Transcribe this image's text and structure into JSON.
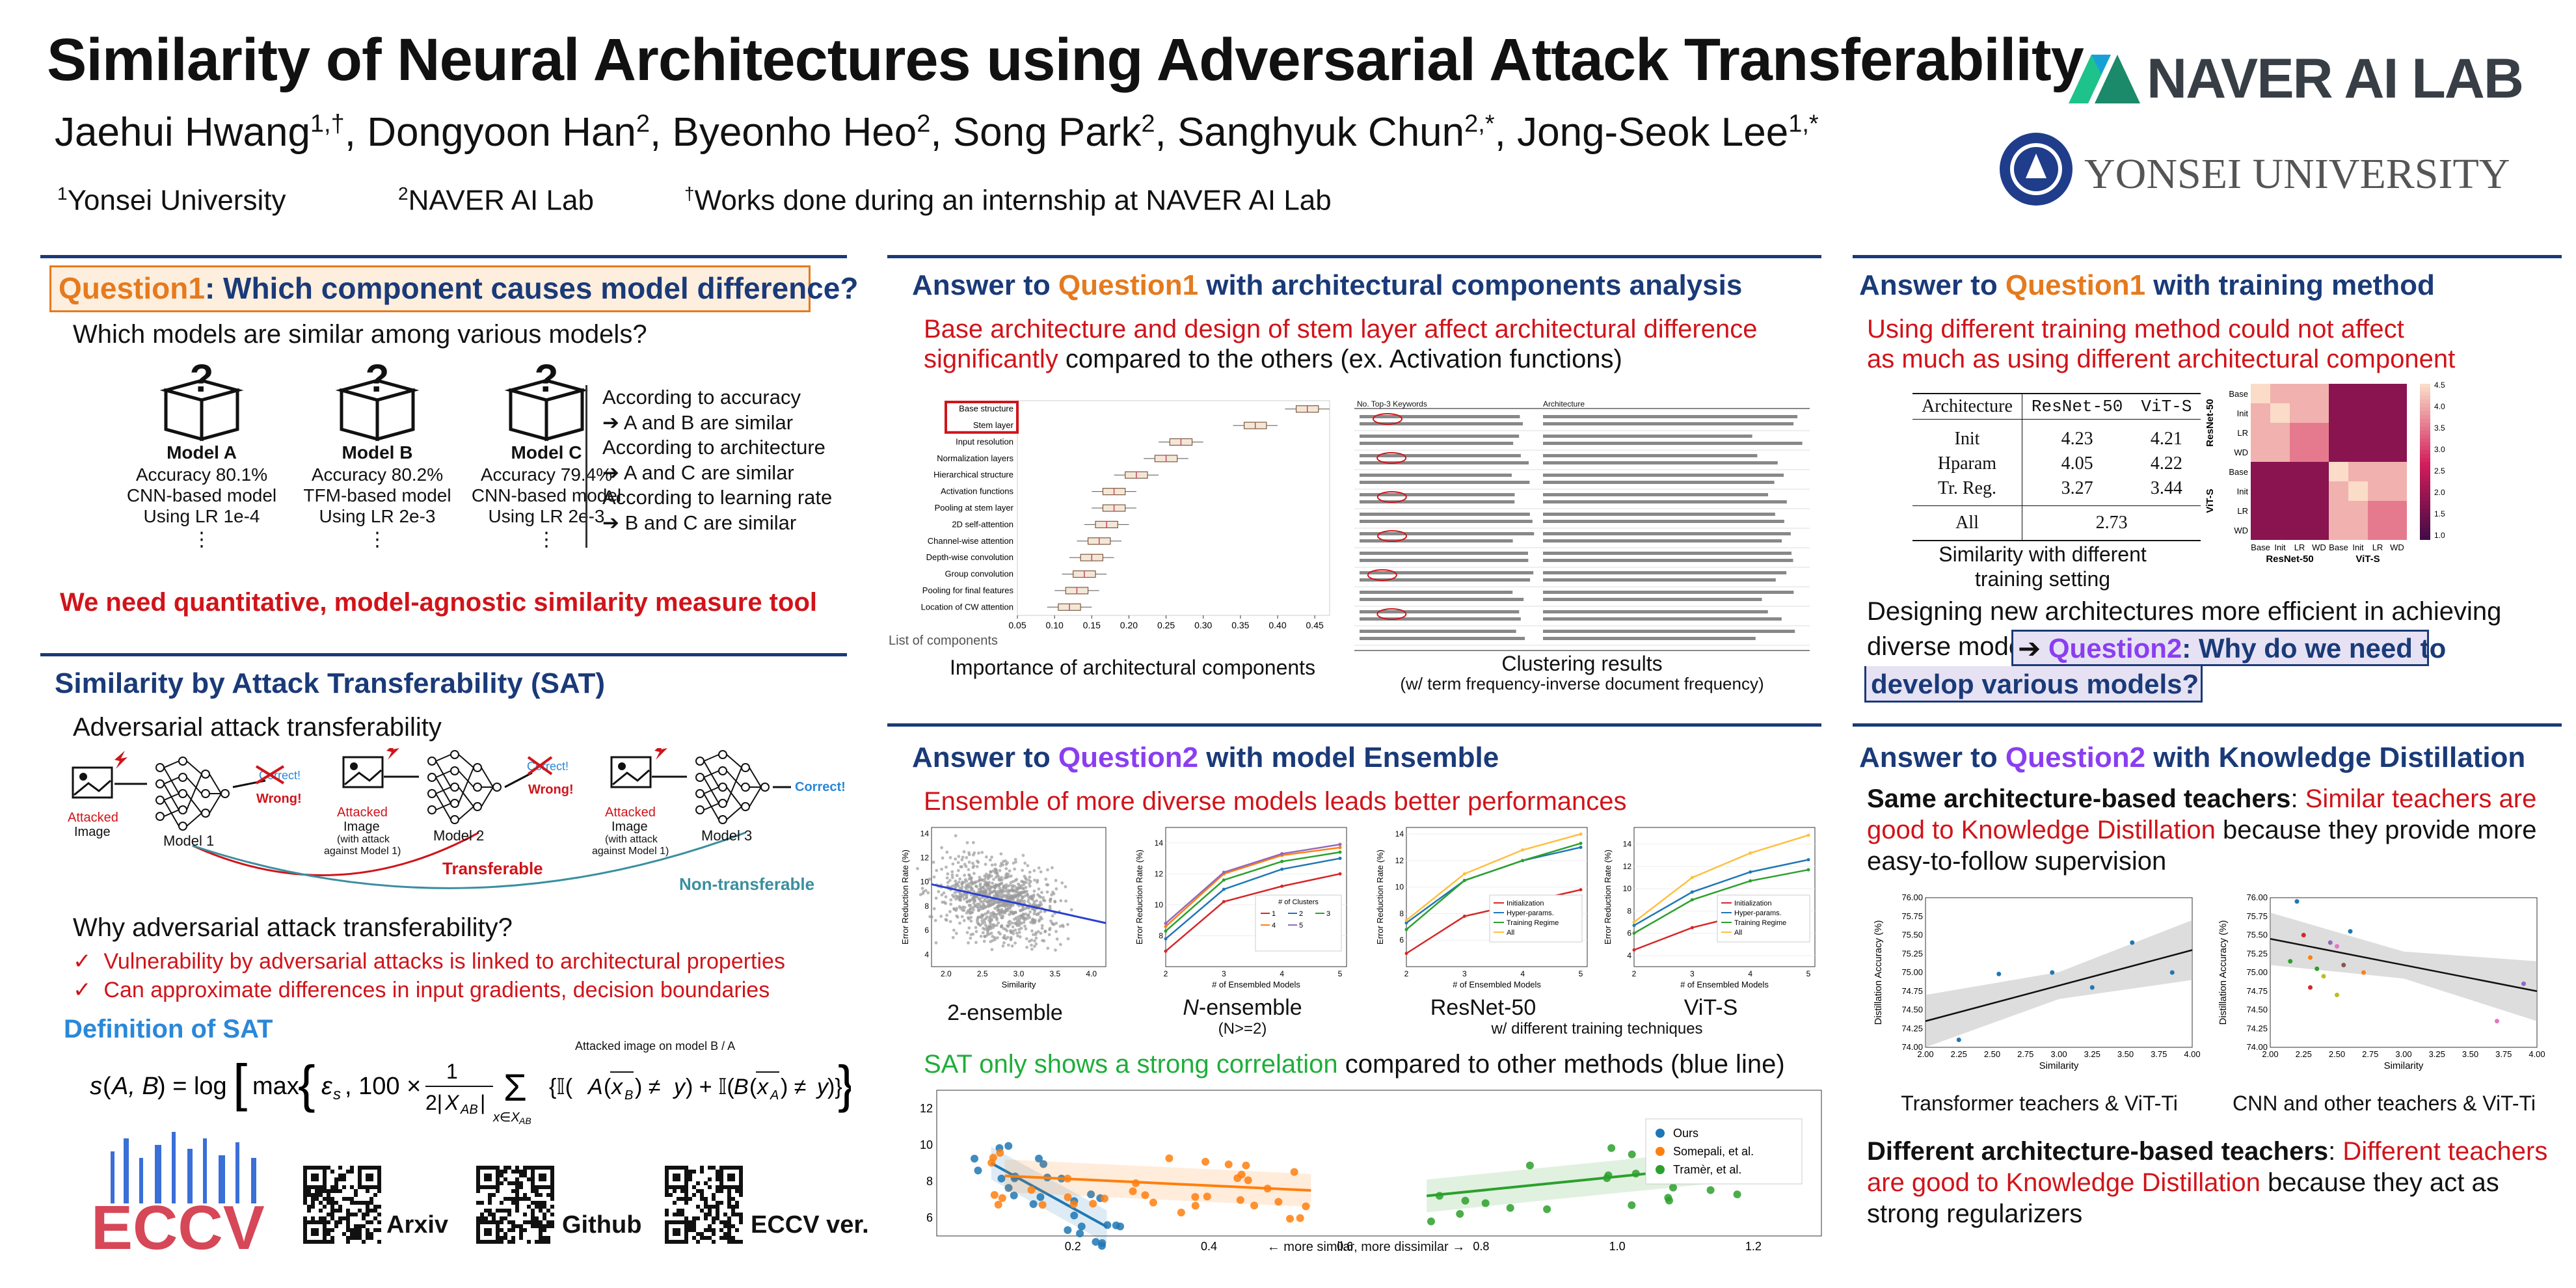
{
  "header": {
    "title": "Similarity of Neural Architectures using Adversarial Attack Transferability",
    "authors": [
      {
        "name": "Jaehui Hwang",
        "sup": "1,†",
        "sep": ","
      },
      {
        "name": "Dongyoon Han",
        "sup": "2",
        "sep": ","
      },
      {
        "name": "Byeonho Heo",
        "sup": "2",
        "sep": ","
      },
      {
        "name": "Song Park",
        "sup": "2",
        "sep": ","
      },
      {
        "name": "Sanghyuk Chun",
        "sup": "2,*",
        "sep": ","
      },
      {
        "name": "Jong-Seok Lee",
        "sup": "1,*",
        "sep": ""
      }
    ],
    "affil1_sup": "1",
    "affil1": "Yonsei University",
    "affil2_sup": "2",
    "affil2": "NAVER AI Lab",
    "note_sup": "†",
    "note": "Works done during an internship at NAVER AI Lab",
    "logo_naver": "NAVER AI LAB",
    "logo_yonsei": "YONSEI UNIVERSITY",
    "colors": {
      "navy": "#1a3a78",
      "orange": "#e57a1e",
      "purple": "#8a3ef0",
      "red": "#d0141a",
      "green": "#1fae3a",
      "naver_green": "#1ec28b"
    }
  },
  "q1": {
    "title_q": "Question1",
    "title_rest": ": Which component causes model difference?",
    "subtitle": "Which models are similar among various models?",
    "models": [
      {
        "name": "Model A",
        "acc": "Accuracy 80.1%",
        "type": "CNN-based model",
        "lr": "Using LR 1e-4"
      },
      {
        "name": "Model B",
        "acc": "Accuracy 80.2%",
        "type": "TFM-based model",
        "lr": "Using LR 2e-3"
      },
      {
        "name": "Model C",
        "acc": "Accuracy 79.4%",
        "type": "CNN-based model",
        "lr": "Using LR 2e-3"
      }
    ],
    "dots": "⋮",
    "criteria": [
      "According to accuracy",
      "➔ A and B are similar",
      "According to architecture",
      "➔ A and C are similar",
      "According to learning rate",
      "➔ B and C are similar"
    ],
    "conclusion": "We need quantitative, model-agnostic similarity measure tool"
  },
  "sat": {
    "title": "Similarity by Attack Transferability (SAT)",
    "subtitle": "Adversarial attack transferability",
    "attacked": "Attacked",
    "image": "Image",
    "with_attack": "(with attack",
    "against_m1": "against Model 1)",
    "model1": "Model 1",
    "model2": "Model 2",
    "model3": "Model 3",
    "correct": "Correct!",
    "wrong": "Wrong!",
    "transferable": "Transferable",
    "non_transferable": "Non-transferable",
    "why": "Why adversarial attack transferability?",
    "reasons": [
      "Vulnerability by adversarial attacks is linked to architectural properties",
      "Can approximate differences in input gradients, decision boundaries"
    ],
    "def_title": "Definition of SAT",
    "formula_note": "Attacked image on model B / A",
    "qr_labels": [
      "Arxiv",
      "Github",
      "ECCV ver."
    ],
    "eccv": "ECCV"
  },
  "a1arch": {
    "t_pre": "Answer to ",
    "t_q": "Question1",
    "t_post": " with architectural components analysis",
    "subtitle_red": "Base architecture and design of stem layer affect architectural difference",
    "subtitle_red2": "significantly",
    "subtitle_rest": " compared to the others (ex. Activation functions)",
    "box_list_label": "List of components",
    "box_caption": "Importance of architectural components",
    "cluster_caption": "Clustering results",
    "cluster_caption2": "(w/ term frequency-inverse document frequency)",
    "cluster_col1": "No. Top-3 Keywords",
    "cluster_col2": "Architecture"
  },
  "a1train": {
    "t_pre": "Answer to ",
    "t_q": "Question1",
    "t_post": " with training method",
    "subtitle1": "Using different training method could not affect",
    "subtitle2": "as much as using different architectural component",
    "table_headers": [
      "Architecture",
      "ResNet-50",
      "ViT-S"
    ],
    "table_rows": [
      {
        "label": "Init",
        "r": "4.23",
        "v": "4.21"
      },
      {
        "label": "Hparam",
        "r": "4.05",
        "v": "4.22"
      },
      {
        "label": "Tr. Reg.",
        "r": "3.27",
        "v": "3.44"
      }
    ],
    "table_all": {
      "label": "All",
      "val": "2.73"
    },
    "table_caption1": "Similarity with different",
    "table_caption2": "training setting",
    "heat_rows": [
      "Base",
      "Init",
      "LR",
      "WD",
      "Base",
      "Init",
      "LR",
      "WD"
    ],
    "heat_group_y": [
      "ResNet-50",
      "ViT-S"
    ],
    "heat_cols": [
      "Base",
      "Init",
      "LR",
      "WD",
      "Base",
      "Init",
      "LR",
      "WD"
    ],
    "heat_group_x": [
      "ResNet-50",
      "ViT-S"
    ],
    "colorbar_ticks": [
      "4.5",
      "4.0",
      "3.5",
      "3.0",
      "2.5",
      "2.0",
      "1.5",
      "1.0"
    ],
    "design1": "Designing new architectures more efficient in achieving",
    "design2": "diverse models ",
    "q2box_q": "Question2",
    "q2box_rest": ": Why do we need to",
    "q2box_line2": "develop various models?"
  },
  "ensemble": {
    "t_pre": "Answer to ",
    "t_q": "Question2",
    "t_post": " with model Ensemble",
    "subtitle": "Ensemble of more diverse models leads better performances",
    "cap_2ens": "2-ensemble",
    "cap_nens_italic": "N",
    "cap_nens_rest": "-ensemble",
    "cap_nens_sub": "(N>=2)",
    "cap_resnet": "ResNet-50",
    "cap_vit": "ViT-S",
    "cap_training": "w/ different training techniques",
    "sat_pre": "SAT only shows a strong correlation",
    "sat_post": " compared to other methods (blue line)",
    "bottom_axis": "← more similar, more dissimilar →",
    "legend": [
      "Ours",
      "Somepali, et al.",
      "Tramèr, et al."
    ],
    "ylabel_err": "Error Reduction Rate (%)",
    "xlabel_sim": "Similarity",
    "xlabel_models": "# of Ensembled Models",
    "clusters_title": "# of Clusters",
    "cluster_legend": [
      "1",
      "2",
      "3",
      "4",
      "5"
    ],
    "training_legend": [
      "Initialization",
      "Hyper-params.",
      "Training Regime",
      "All"
    ]
  },
  "kd": {
    "t_pre": "Answer to ",
    "t_q": "Question2",
    "t_post": " with Knowledge Distillation",
    "same_bold": "Same architecture-based teachers",
    "same_colon": ": ",
    "same_red": "Similar teachers are good to Knowledge Distillation",
    "same_rest": " because they provide more easy-to-follow supervision",
    "cap_left": "Transformer teachers & ViT-Ti",
    "cap_right": "CNN and other teachers & ViT-Ti",
    "ylabel": "Distillation Accuracy (%)",
    "xlabel": "Similarity",
    "diff_bold": "Different architecture-based teachers",
    "diff_colon": ": ",
    "diff_red": "Different teachers are good to Knowledge Distillation",
    "diff_rest": " because they act as strong regularizers"
  },
  "chart_data": [
    {
      "type": "box",
      "title": "Importance of architectural components",
      "categories": [
        "Base structure",
        "Stem layer",
        "Input resolution",
        "Normalization layers",
        "Hierarchical structure",
        "Activation functions",
        "Pooling at stem layer",
        "2D self-attention",
        "Channel-wise attention",
        "Depth-wise convolution",
        "Group convolution",
        "Pooling for final features",
        "Location of CW attention"
      ],
      "medians": [
        0.44,
        0.37,
        0.27,
        0.25,
        0.21,
        0.18,
        0.18,
        0.17,
        0.16,
        0.15,
        0.14,
        0.13,
        0.12
      ],
      "xticks": [
        "0.05",
        "0.10",
        "0.15",
        "0.20",
        "0.25",
        "0.30",
        "0.35",
        "0.40",
        "0.45"
      ],
      "xlim": [
        0.05,
        0.47
      ],
      "highlighted": [
        "Base structure",
        "Stem layer"
      ]
    },
    {
      "type": "scatter",
      "title": "2-ensemble",
      "xlabel": "Similarity",
      "ylabel": "Error Reduction Rate (%)",
      "xticks": [
        "2.0",
        "2.5",
        "3.0",
        "3.5",
        "4.0"
      ],
      "yticks": [
        "4",
        "6",
        "8",
        "10",
        "12",
        "14"
      ],
      "xlim": [
        1.8,
        4.2
      ],
      "ylim": [
        3,
        14.5
      ],
      "trend": [
        [
          1.8,
          9.8
        ],
        [
          4.2,
          6.6
        ]
      ],
      "point_cloud_center": [
        2.7,
        8.5
      ]
    },
    {
      "type": "line",
      "title": "N-ensemble",
      "xlabel": "# of Ensembled Models",
      "ylabel": "Error Reduction Rate (%)",
      "x": [
        2,
        3,
        4,
        5
      ],
      "xlim": [
        2,
        5
      ],
      "ylim": [
        6,
        15
      ],
      "yticks": [
        "8",
        "10",
        "12",
        "14"
      ],
      "series": [
        {
          "name": "1",
          "color": "#d62728",
          "values": [
            7.0,
            10.2,
            11.2,
            12.0
          ]
        },
        {
          "name": "2",
          "color": "#1f77b4",
          "values": [
            7.8,
            11.0,
            12.3,
            13.0
          ]
        },
        {
          "name": "3",
          "color": "#2ca02c",
          "values": [
            8.3,
            11.6,
            12.8,
            13.4
          ]
        },
        {
          "name": "4",
          "color": "#ff7f0e",
          "values": [
            8.6,
            12.0,
            13.2,
            13.7
          ]
        },
        {
          "name": "5",
          "color": "#9467bd",
          "values": [
            8.8,
            12.1,
            13.3,
            13.9
          ]
        }
      ]
    },
    {
      "type": "line",
      "title": "ResNet-50",
      "xlabel": "# of Ensembled Models",
      "ylabel": "Error Reduction Rate (%)",
      "x": [
        2,
        3,
        4,
        5
      ],
      "xlim": [
        2,
        5
      ],
      "ylim": [
        4,
        14.5
      ],
      "yticks": [
        "6",
        "8",
        "10",
        "12",
        "14"
      ],
      "series": [
        {
          "name": "Initialization",
          "color": "#d62728",
          "values": [
            5.0,
            7.8,
            8.8,
            9.8
          ]
        },
        {
          "name": "Hyper-params.",
          "color": "#1f77b4",
          "values": [
            7.3,
            10.5,
            12.0,
            13.0
          ]
        },
        {
          "name": "Training Regime",
          "color": "#2ca02c",
          "values": [
            6.8,
            10.5,
            12.0,
            13.3
          ]
        },
        {
          "name": "All",
          "color": "#ffbf3f",
          "values": [
            7.5,
            11.0,
            12.8,
            14.0
          ]
        }
      ]
    },
    {
      "type": "line",
      "title": "ViT-S",
      "xlabel": "# of Ensembled Models",
      "ylabel": "Error Reduction Rate (%)",
      "x": [
        2,
        3,
        4,
        5
      ],
      "xlim": [
        2,
        5
      ],
      "ylim": [
        3,
        15.5
      ],
      "yticks": [
        "4",
        "6",
        "8",
        "10",
        "12",
        "14"
      ],
      "series": [
        {
          "name": "Initialization",
          "color": "#d62728",
          "values": [
            4.5,
            6.5,
            7.8,
            8.7
          ]
        },
        {
          "name": "Hyper-params.",
          "color": "#1f77b4",
          "values": [
            6.7,
            9.7,
            11.5,
            12.6
          ]
        },
        {
          "name": "Training Regime",
          "color": "#2ca02c",
          "values": [
            6.0,
            9.0,
            10.7,
            11.7
          ]
        },
        {
          "name": "All",
          "color": "#ffbf3f",
          "values": [
            7.0,
            11.0,
            13.2,
            14.8
          ]
        }
      ]
    },
    {
      "type": "scatter",
      "title": "SAT correlation comparison",
      "xticks": [
        "0.2",
        "0.4",
        "0.6",
        "0.8",
        "1.0",
        "1.2"
      ],
      "yticks": [
        "6",
        "8",
        "10",
        "12"
      ],
      "xlim": [
        0.0,
        1.3
      ],
      "ylim": [
        5,
        13
      ],
      "series": [
        {
          "name": "Ours",
          "color": "#1f77b4",
          "trend": [
            [
              0.08,
              9.0
            ],
            [
              0.25,
              5.5
            ]
          ]
        },
        {
          "name": "Somepali, et al.",
          "color": "#ff7f0e",
          "trend": [
            [
              0.1,
              8.3
            ],
            [
              0.55,
              7.5
            ]
          ]
        },
        {
          "name": "Tramèr, et al.",
          "color": "#2ca02c",
          "trend": [
            [
              0.72,
              7.2
            ],
            [
              1.25,
              9.2
            ]
          ]
        }
      ]
    },
    {
      "type": "heatmap",
      "title": "Similarity heatmap",
      "rows": [
        "Base",
        "Init",
        "LR",
        "WD",
        "Base",
        "Init",
        "LR",
        "WD"
      ],
      "cols": [
        "Base",
        "Init",
        "LR",
        "WD",
        "Base",
        "Init",
        "LR",
        "WD"
      ],
      "colorbar": [
        1.0,
        4.5
      ]
    },
    {
      "type": "scatter",
      "title": "Transformer teachers & ViT-Ti",
      "xlabel": "Similarity",
      "ylabel": "Distillation Accuracy (%)",
      "xticks": [
        "2.00",
        "2.25",
        "2.50",
        "2.75",
        "3.00",
        "3.25",
        "3.50",
        "3.75",
        "4.00"
      ],
      "yticks": [
        "74.00",
        "74.25",
        "74.50",
        "74.75",
        "75.00",
        "75.25",
        "75.50",
        "75.75",
        "76.00"
      ],
      "xlim": [
        2.0,
        4.0
      ],
      "ylim": [
        74.0,
        76.0
      ],
      "points": [
        [
          2.25,
          74.1
        ],
        [
          2.55,
          74.98
        ],
        [
          2.95,
          75.0
        ],
        [
          3.25,
          74.8
        ],
        [
          3.55,
          75.4
        ],
        [
          3.85,
          75.0
        ]
      ],
      "trend": [
        [
          2.0,
          74.35
        ],
        [
          4.0,
          75.3
        ]
      ]
    },
    {
      "type": "scatter",
      "title": "CNN and other teachers & ViT-Ti",
      "xlabel": "Similarity",
      "ylabel": "Distillation Accuracy (%)",
      "xticks": [
        "2.00",
        "2.25",
        "2.50",
        "2.75",
        "3.00",
        "3.25",
        "3.50",
        "3.75",
        "4.00"
      ],
      "yticks": [
        "74.00",
        "74.25",
        "74.50",
        "74.75",
        "75.00",
        "75.25",
        "75.50",
        "75.75",
        "76.00"
      ],
      "xlim": [
        2.0,
        4.0
      ],
      "ylim": [
        74.0,
        76.0
      ],
      "points": [
        [
          2.2,
          75.95
        ],
        [
          2.25,
          75.5
        ],
        [
          2.3,
          75.2
        ],
        [
          2.35,
          75.05
        ],
        [
          2.4,
          74.95
        ],
        [
          2.45,
          75.4
        ],
        [
          2.5,
          75.35
        ],
        [
          2.55,
          75.1
        ],
        [
          2.6,
          75.55
        ],
        [
          2.3,
          74.8
        ],
        [
          2.7,
          75.0
        ],
        [
          2.15,
          75.15
        ],
        [
          2.5,
          74.7
        ],
        [
          3.9,
          74.85
        ],
        [
          3.7,
          74.35
        ]
      ],
      "trend": [
        [
          2.0,
          75.45
        ],
        [
          4.0,
          74.75
        ]
      ]
    }
  ]
}
